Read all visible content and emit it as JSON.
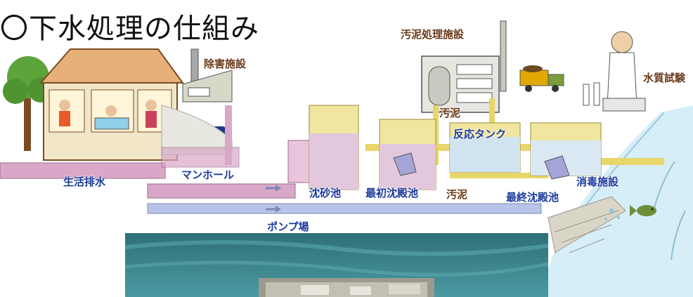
{
  "title": "〇下水処理の仕組み",
  "labels": {
    "sludge_facility": "汚泥処理施設",
    "deodorizer": "除害施設",
    "water_test": "水質試験",
    "sludge_top": "汚泥",
    "reaction_tank": "反応タンク",
    "household_wastewater": "生活排水",
    "manhole": "マンホール",
    "grit_chamber": "沈砂池",
    "primary_sedimentation": "最初沈殿池",
    "sludge_bottom": "汚泥",
    "final_sedimentation": "最終沈殿池",
    "disinfection": "消毒施設",
    "pump_station": "ポンプ場"
  },
  "colors": {
    "pipe_pink": "#d9a8c8",
    "pipe_blue": "#b8c4e8",
    "pipe_yellow": "#e8d66a",
    "water": "#bfe3f0",
    "label_blue": "#1b3a9c",
    "label_brown": "#6b3a1a",
    "sea": "#3f8a97"
  }
}
